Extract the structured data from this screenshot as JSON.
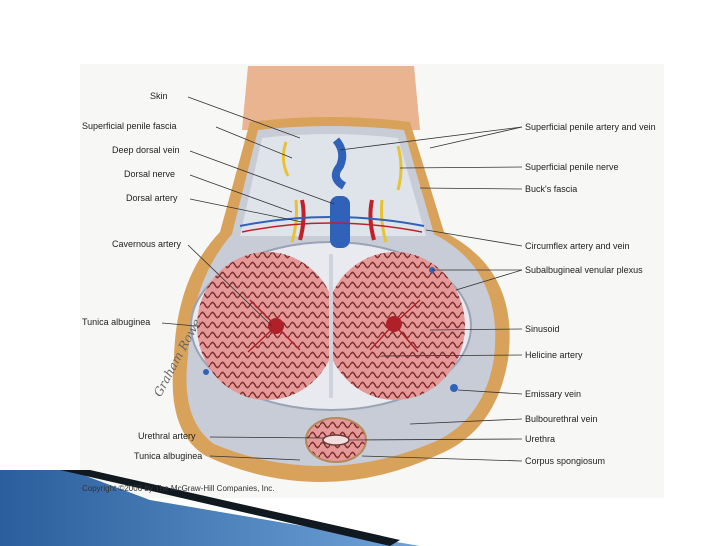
{
  "labels_left": [
    {
      "id": "skin",
      "text": "Skin"
    },
    {
      "id": "superficial-penile-fascia",
      "text": "Superficial penile fascia"
    },
    {
      "id": "deep-dorsal-vein",
      "text": "Deep dorsal vein"
    },
    {
      "id": "dorsal-nerve",
      "text": "Dorsal nerve"
    },
    {
      "id": "dorsal-artery",
      "text": "Dorsal artery"
    },
    {
      "id": "cavernous-artery",
      "text": "Cavernous artery"
    },
    {
      "id": "tunica-albuginea-upper",
      "text": "Tunica albuginea"
    },
    {
      "id": "urethral-artery",
      "text": "Urethral artery"
    },
    {
      "id": "tunica-albuginea-lower",
      "text": "Tunica albuginea"
    }
  ],
  "labels_right": [
    {
      "id": "superficial-penile-artery-and-vein",
      "text": "Superficial penile artery and vein"
    },
    {
      "id": "superficial-penile-nerve",
      "text": "Superficial penile nerve"
    },
    {
      "id": "bucks-fascia",
      "text": "Buck's fascia"
    },
    {
      "id": "circumflex-artery-and-vein",
      "text": "Circumflex artery and vein"
    },
    {
      "id": "subalbugineal-venular-plexus",
      "text": "Subalbugineal venular plexus"
    },
    {
      "id": "sinusoid",
      "text": "Sinusoid"
    },
    {
      "id": "helicine-artery",
      "text": "Helicine artery"
    },
    {
      "id": "emissary-vein",
      "text": "Emissary vein"
    },
    {
      "id": "bulbourethral-vein",
      "text": "Bulbourethral vein"
    },
    {
      "id": "urethra",
      "text": "Urethra"
    },
    {
      "id": "corpus-spongiosum",
      "text": "Corpus spongiosum"
    }
  ],
  "copyright": "Copyright ©2006 by The McGraw-Hill Companies, Inc.",
  "signature": "Graham Rowe",
  "colors": {
    "skin": "#e9b48f",
    "fascia": "#d9a25a",
    "bucks": "#c7ccd6",
    "tunica": "#e6e8ee",
    "erectile": "#e79a9a",
    "erectile_dark": "#7a2a2a",
    "vein": "#2f62b8",
    "artery": "#c0202a",
    "nerve": "#e8c232",
    "accent_blue": "#1f5fa8"
  }
}
